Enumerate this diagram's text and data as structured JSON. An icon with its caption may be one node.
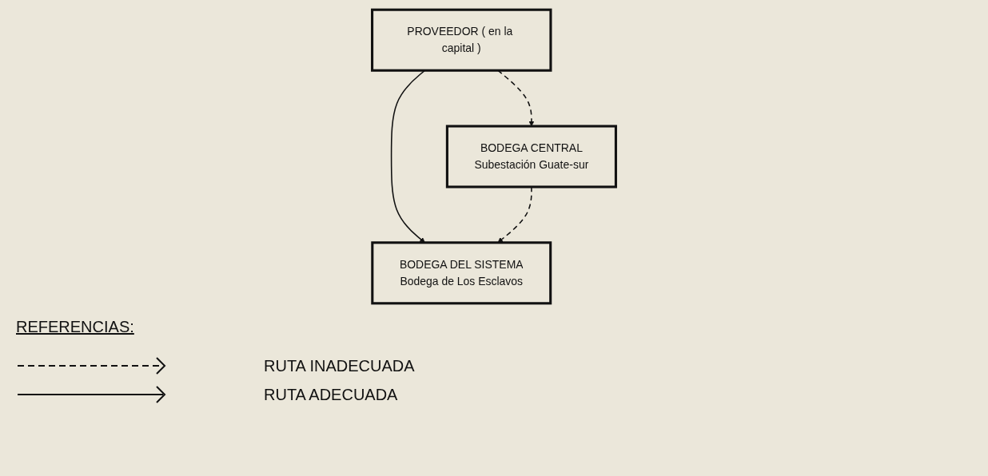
{
  "diagram": {
    "nodes": [
      {
        "text": [
          "PROVEEDOR ( en la capital )"
        ]
      },
      {
        "text": [
          "BODEGA CENTRAL",
          "Subestación Guate-sur"
        ]
      },
      {
        "text": [
          "BODEGA DEL SISTEMA",
          "Bodega de Los Esclavos"
        ]
      }
    ],
    "edges": [
      {
        "from": 0,
        "to": 1,
        "arrow": "to",
        "style": "dashed"
      },
      {
        "from": 0,
        "to": 2,
        "arrow": "to"
      },
      {
        "from": 1,
        "to": 2,
        "arrow": "to",
        "style": "dashed"
      }
    ],
    "labels": [
      "REFERENCIAS:"
    ],
    "legend": [
      {
        "text": "RUTA INADECUADA"
      },
      {
        "text": "RUTA ADECUADA"
      }
    ]
  }
}
